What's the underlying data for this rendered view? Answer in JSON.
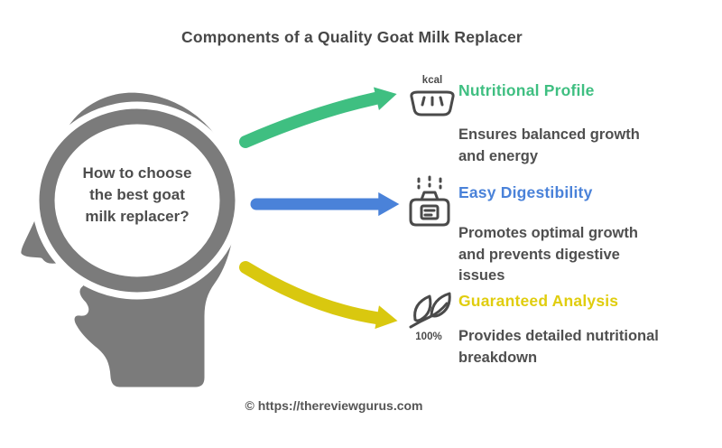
{
  "title": "Components of a Quality Goat Milk Replacer",
  "head": {
    "question": "How to choose\nthe best goat\nmilk replacer?"
  },
  "items": [
    {
      "heading": "Nutritional Profile",
      "description": "Ensures balanced growth and energy",
      "accent": "#3fbf81",
      "icon": "kcal-dish-icon",
      "icon_text": "kcal"
    },
    {
      "heading": "Easy Digestibility",
      "description": "Promotes optimal growth and prevents digestive issues",
      "accent": "#4a82d9",
      "icon": "steaming-pot-icon",
      "icon_text": ""
    },
    {
      "heading": "Guaranteed Analysis",
      "description": "Provides detailed nutritional breakdown",
      "accent": "#e0cd0e",
      "icon": "leaves-100-percent-icon",
      "icon_text": "100%"
    }
  ],
  "footer": {
    "credit": "© https://thereviewgurus.com"
  },
  "colors": {
    "head_gray": "#7b7b7b",
    "text_dark": "#4a4a4a",
    "green": "#3fbf81",
    "blue": "#4a82d9",
    "yellow": "#d9c80f"
  }
}
